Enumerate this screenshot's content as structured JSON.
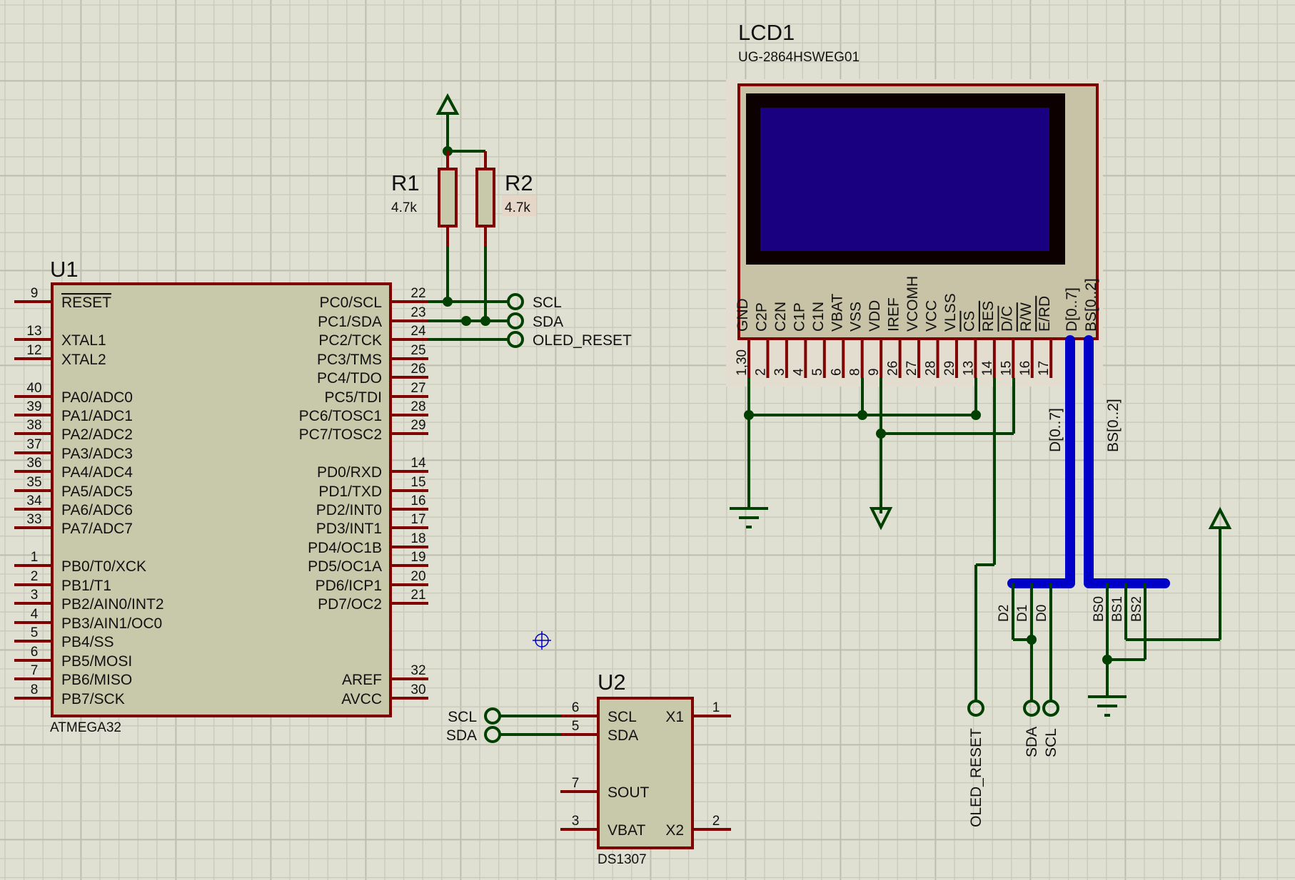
{
  "app": "Proteus ISIS schematic",
  "colors": {
    "background": "#dfe0d2",
    "grid_minor": "#c9c9bb",
    "grid_major": "#bdbdae",
    "component_outline": "#800000",
    "component_body": "#c8c8aa",
    "wire": "#004000",
    "bus": "#0000c8",
    "lcd_screen": "#180080",
    "lcd_bezel": "#0c0000",
    "cursor": "#0000c0"
  },
  "components": {
    "u1": {
      "ref": "U1",
      "part": "ATMEGA32",
      "left_pins": [
        {
          "num": "9",
          "name": "RESET",
          "overline": true
        },
        {
          "num": "13",
          "name": "XTAL1"
        },
        {
          "num": "12",
          "name": "XTAL2"
        },
        {
          "num": "40",
          "name": "PA0/ADC0"
        },
        {
          "num": "39",
          "name": "PA1/ADC1"
        },
        {
          "num": "38",
          "name": "PA2/ADC2"
        },
        {
          "num": "37",
          "name": "PA3/ADC3"
        },
        {
          "num": "36",
          "name": "PA4/ADC4"
        },
        {
          "num": "35",
          "name": "PA5/ADC5"
        },
        {
          "num": "34",
          "name": "PA6/ADC6"
        },
        {
          "num": "33",
          "name": "PA7/ADC7"
        },
        {
          "num": "1",
          "name": "PB0/T0/XCK"
        },
        {
          "num": "2",
          "name": "PB1/T1"
        },
        {
          "num": "3",
          "name": "PB2/AIN0/INT2"
        },
        {
          "num": "4",
          "name": "PB3/AIN1/OC0"
        },
        {
          "num": "5",
          "name": "PB4/SS"
        },
        {
          "num": "6",
          "name": "PB5/MOSI"
        },
        {
          "num": "7",
          "name": "PB6/MISO"
        },
        {
          "num": "8",
          "name": "PB7/SCK"
        }
      ],
      "right_pins": [
        {
          "num": "22",
          "name": "PC0/SCL"
        },
        {
          "num": "23",
          "name": "PC1/SDA"
        },
        {
          "num": "24",
          "name": "PC2/TCK"
        },
        {
          "num": "25",
          "name": "PC3/TMS"
        },
        {
          "num": "26",
          "name": "PC4/TDO"
        },
        {
          "num": "27",
          "name": "PC5/TDI"
        },
        {
          "num": "28",
          "name": "PC6/TOSC1"
        },
        {
          "num": "29",
          "name": "PC7/TOSC2"
        },
        {
          "num": "14",
          "name": "PD0/RXD"
        },
        {
          "num": "15",
          "name": "PD1/TXD"
        },
        {
          "num": "16",
          "name": "PD2/INT0"
        },
        {
          "num": "17",
          "name": "PD3/INT1"
        },
        {
          "num": "18",
          "name": "PD4/OC1B"
        },
        {
          "num": "19",
          "name": "PD5/OC1A"
        },
        {
          "num": "20",
          "name": "PD6/ICP1"
        },
        {
          "num": "21",
          "name": "PD7/OC2"
        },
        {
          "num": "32",
          "name": "AREF"
        },
        {
          "num": "30",
          "name": "AVCC"
        }
      ]
    },
    "r1": {
      "ref": "R1",
      "value": "4.7k"
    },
    "r2": {
      "ref": "R2",
      "value": "4.7k"
    },
    "u2": {
      "ref": "U2",
      "part": "DS1307",
      "left_pins": [
        {
          "num": "6",
          "name": "SCL"
        },
        {
          "num": "5",
          "name": "SDA"
        },
        {
          "num": "7",
          "name": "SOUT"
        },
        {
          "num": "3",
          "name": "VBAT"
        }
      ],
      "right_pins": [
        {
          "num": "1",
          "name": "X1"
        },
        {
          "num": "2",
          "name": "X2"
        }
      ]
    },
    "lcd1": {
      "ref": "LCD1",
      "part": "UG-2864HSWEG01",
      "pins": [
        {
          "num": "1,30",
          "name": "GND"
        },
        {
          "num": "2",
          "name": "C2P"
        },
        {
          "num": "3",
          "name": "C2N"
        },
        {
          "num": "4",
          "name": "C1P"
        },
        {
          "num": "5",
          "name": "C1N"
        },
        {
          "num": "6",
          "name": "VBAT"
        },
        {
          "num": "8",
          "name": "VSS"
        },
        {
          "num": "9",
          "name": "VDD"
        },
        {
          "num": "26",
          "name": "IREF"
        },
        {
          "num": "27",
          "name": "VCOMH"
        },
        {
          "num": "28",
          "name": "VCC"
        },
        {
          "num": "29",
          "name": "VLSS"
        },
        {
          "num": "13",
          "name": "CS",
          "overline": true
        },
        {
          "num": "14",
          "name": "RES",
          "overline": true
        },
        {
          "num": "15",
          "name": "D/C",
          "overline": true
        },
        {
          "num": "16",
          "name": "R/W",
          "overline": true
        },
        {
          "num": "17",
          "name": "E/RD",
          "overline": true
        }
      ],
      "bus_pins": [
        {
          "name": "D[0..7]"
        },
        {
          "name": "BS[0..2]"
        }
      ]
    }
  },
  "terminals": {
    "u1_scl": "SCL",
    "u1_sda": "SDA",
    "u1_oled_reset": "OLED_RESET",
    "u2_scl": "SCL",
    "u2_sda": "SDA",
    "lcd_oled_reset": "OLED_RESET",
    "lcd_sda": "SDA",
    "lcd_scl": "SCL"
  },
  "bus_labels": {
    "data_bus": "D[0..7]",
    "bs_bus": "BS[0..2]",
    "d2": "D2",
    "d1": "D1",
    "d0": "D0",
    "bs0": "BS0",
    "bs1": "BS1",
    "bs2": "BS2"
  }
}
